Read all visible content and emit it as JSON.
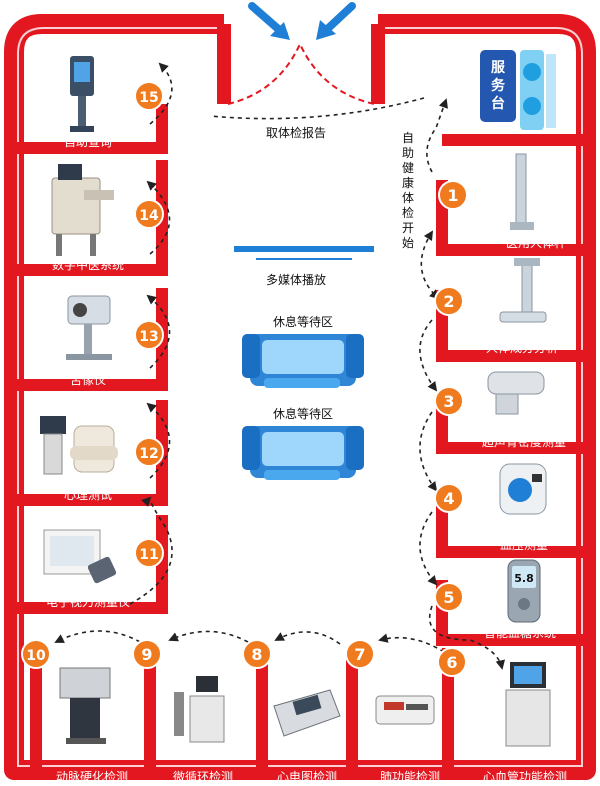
{
  "labels": {
    "report": "取体检报告",
    "service_desk": "服务台",
    "start": "自助健康体检开始",
    "multimedia": "多媒体播放",
    "rest_area_1": "休息等待区",
    "rest_area_2": "休息等待区"
  },
  "stations": [
    {
      "num": "1",
      "name": "医用人体秤"
    },
    {
      "num": "2",
      "name": "人体成分分析"
    },
    {
      "num": "3",
      "name": "超声骨密度测量"
    },
    {
      "num": "4",
      "name": "血压测量"
    },
    {
      "num": "5",
      "name": "智能血糖系统"
    },
    {
      "num": "6",
      "name": "心血管功能检测"
    },
    {
      "num": "7",
      "name": "肺功能检测"
    },
    {
      "num": "8",
      "name": "心电图检测"
    },
    {
      "num": "9",
      "name": "微循环检测"
    },
    {
      "num": "10",
      "name": "动脉硬化检测"
    },
    {
      "num": "11",
      "name": "电子视力测量仪"
    },
    {
      "num": "12",
      "name": "心理测试"
    },
    {
      "num": "13",
      "name": "舌像仪"
    },
    {
      "num": "14",
      "name": "数字中医系统"
    },
    {
      "num": "15",
      "name": "自助查询"
    }
  ],
  "device_readout": "5.8",
  "colors": {
    "wall": "#e3171f",
    "badge": "#f07a1e",
    "accent_blue": "#1f7fd6",
    "sofa": "#3a9ee8",
    "service_blue": "#2458b0"
  }
}
